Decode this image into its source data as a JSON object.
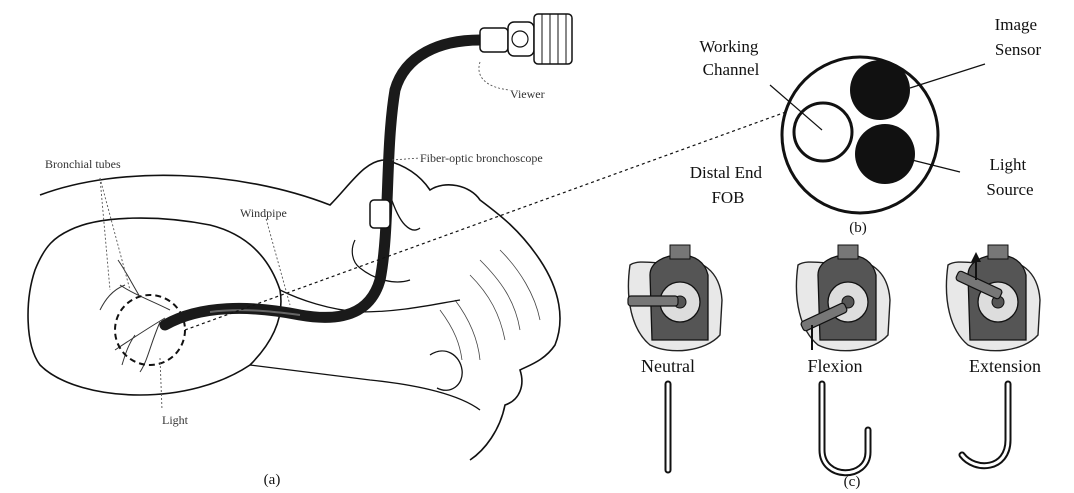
{
  "panel_a": {
    "caption": "(a)",
    "labels": {
      "viewer": "Viewer",
      "bronchoscope": "Fiber-optic bronchoscope",
      "bronchial_tubes": "Bronchial tubes",
      "windpipe": "Windpipe",
      "light": "Light"
    }
  },
  "panel_b": {
    "caption": "(b)",
    "working_channel": [
      "Working",
      "Channel"
    ],
    "image_sensor": [
      "Image",
      "Sensor"
    ],
    "light_source": [
      "Light",
      "Source"
    ],
    "distal_end": [
      "Distal End",
      "FOB"
    ]
  },
  "panel_c": {
    "caption": "(c)",
    "states": [
      "Neutral",
      "Flexion",
      "Extension"
    ]
  },
  "colors": {
    "ink": "#111111",
    "scope": "#1a1a1a",
    "paper": "#ffffff"
  }
}
